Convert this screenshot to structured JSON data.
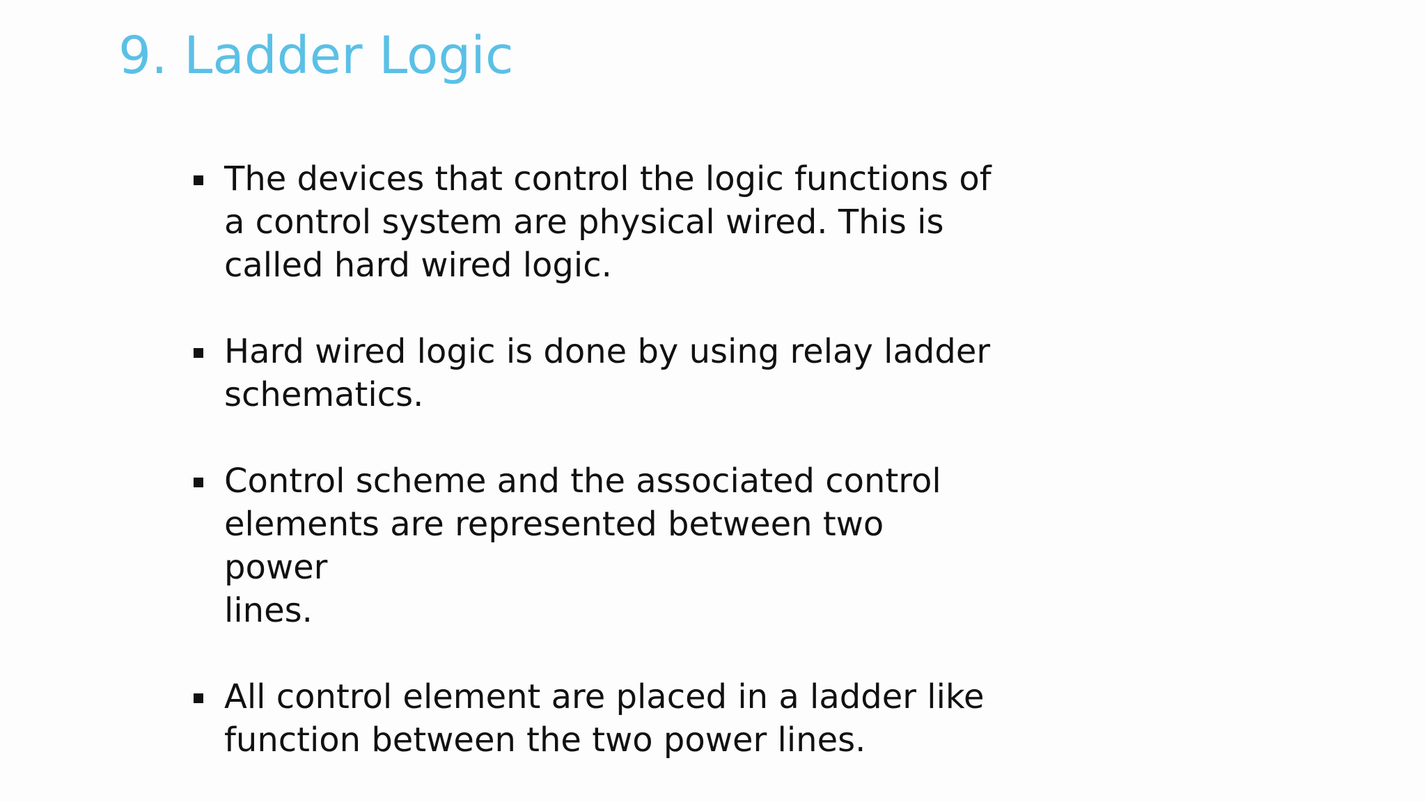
{
  "slide": {
    "title": "9. Ladder Logic",
    "bullets": [
      {
        "text": "The devices that control the logic functions of\na control system are physical wired. This is\ncalled hard wired logic."
      },
      {
        "text": "Hard wired logic is done by using relay ladder\nschematics."
      },
      {
        "text": "Control scheme and the associated control\nelements are represented between two power\nlines."
      },
      {
        "text": "All control element are placed in a ladder like\nfunction between the two power lines."
      }
    ]
  },
  "colors": {
    "title": "#5bc0e6",
    "body_text": "#111111",
    "background": "#fdfdfe"
  },
  "icons": {
    "bullet": "square-bullet-icon"
  }
}
